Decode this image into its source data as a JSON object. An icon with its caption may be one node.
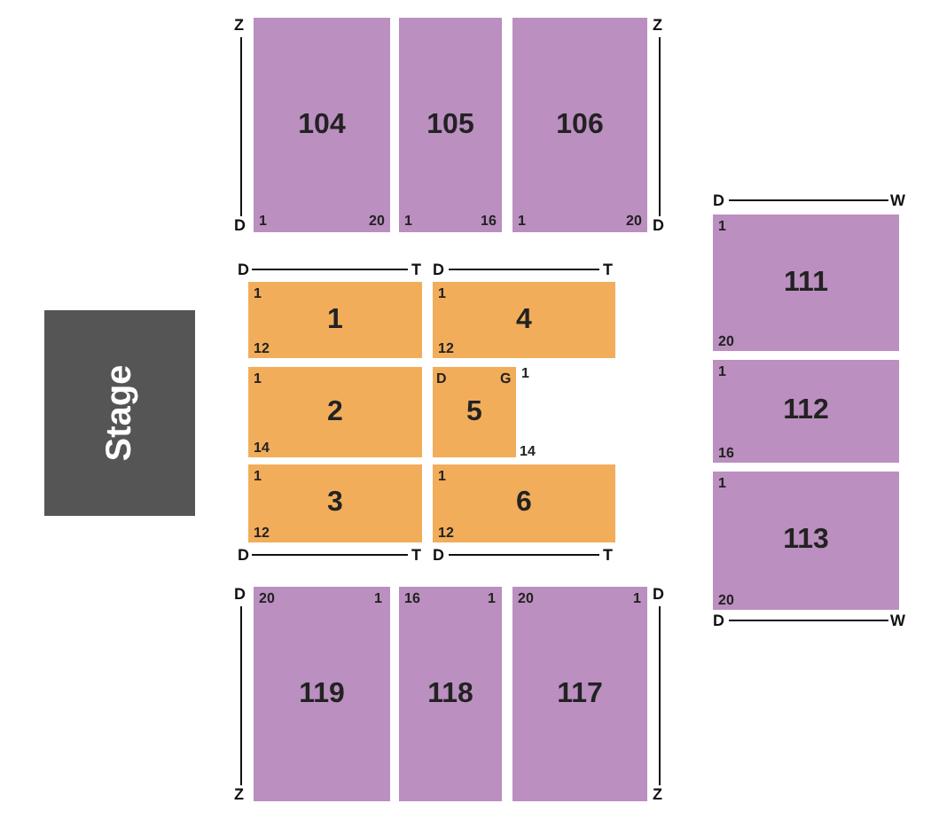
{
  "diagram": {
    "nodes": [
      {
        "text": [
          "Stage"
        ]
      },
      {
        "text": [
          "104",
          "1",
          "20"
        ]
      },
      {
        "text": [
          "105",
          "1",
          "16"
        ]
      },
      {
        "text": [
          "106",
          "1",
          "20"
        ]
      },
      {
        "text": [
          "111",
          "1",
          "20"
        ]
      },
      {
        "text": [
          "1",
          "1",
          "12"
        ]
      },
      {
        "text": [
          "4",
          "1",
          "12"
        ]
      },
      {
        "text": [
          "2",
          "1",
          "14"
        ]
      },
      {
        "text": [
          "5",
          "D",
          "G"
        ],
        "beside": [
          "1",
          "14"
        ]
      },
      {
        "text": [
          "112",
          "1",
          "16"
        ]
      },
      {
        "text": [
          "3",
          "1",
          "12"
        ]
      },
      {
        "text": [
          "6",
          "1",
          "12"
        ]
      },
      {
        "text": [
          "113",
          "1",
          "20"
        ]
      },
      {
        "text": [
          "119",
          "20",
          "1"
        ]
      },
      {
        "text": [
          "118",
          "16",
          "1"
        ]
      },
      {
        "text": [
          "117",
          "20",
          "1"
        ]
      }
    ],
    "labels": [
      "Z",
      "Z",
      "D",
      "D",
      "D",
      "W",
      "D",
      "T",
      "D",
      "T",
      "D",
      "T",
      "D",
      "T",
      "D",
      "W",
      "D",
      "D",
      "Z",
      "Z"
    ]
  }
}
